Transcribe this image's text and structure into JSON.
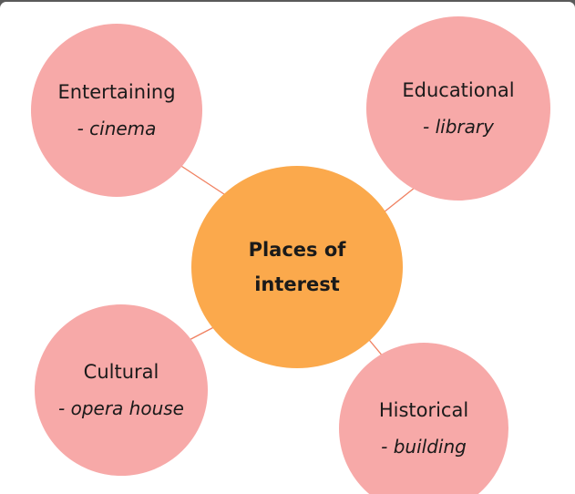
{
  "center": {
    "line1": "Places of",
    "line2": "interest"
  },
  "nodes": [
    {
      "title": "Entertaining",
      "example": "- cinema"
    },
    {
      "title": "Educational",
      "example": "- library"
    },
    {
      "title": "Cultural",
      "example": "- opera house"
    },
    {
      "title": "Historical",
      "example": "- building"
    }
  ],
  "colors": {
    "node": "#f7a9a8",
    "center": "#fba94c",
    "connector": "#f08060"
  }
}
